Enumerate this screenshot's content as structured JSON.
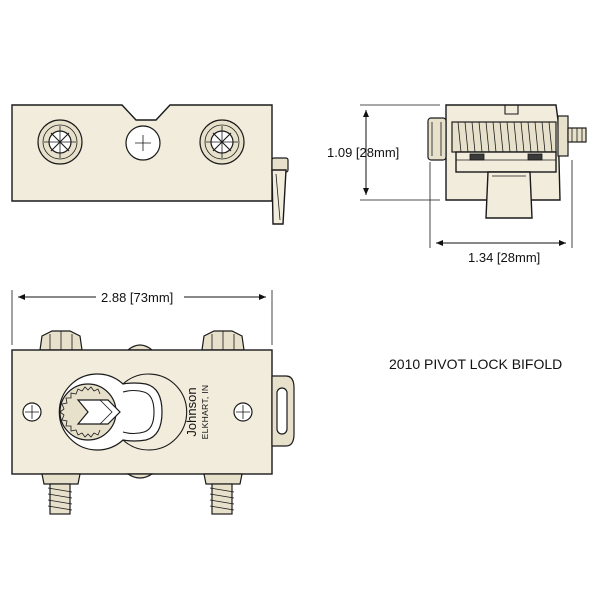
{
  "title": "2010 PIVOT LOCK BIFOLD",
  "dimensions": {
    "height": "1.09 [28mm]",
    "depth": "1.34 [28mm]",
    "width": "2.88 [73mm]"
  },
  "brand": {
    "name": "Johnson",
    "location": "ELKHART, IN"
  },
  "colors": {
    "part_fill": "#f1ecdc",
    "line": "#1a1a1a"
  }
}
